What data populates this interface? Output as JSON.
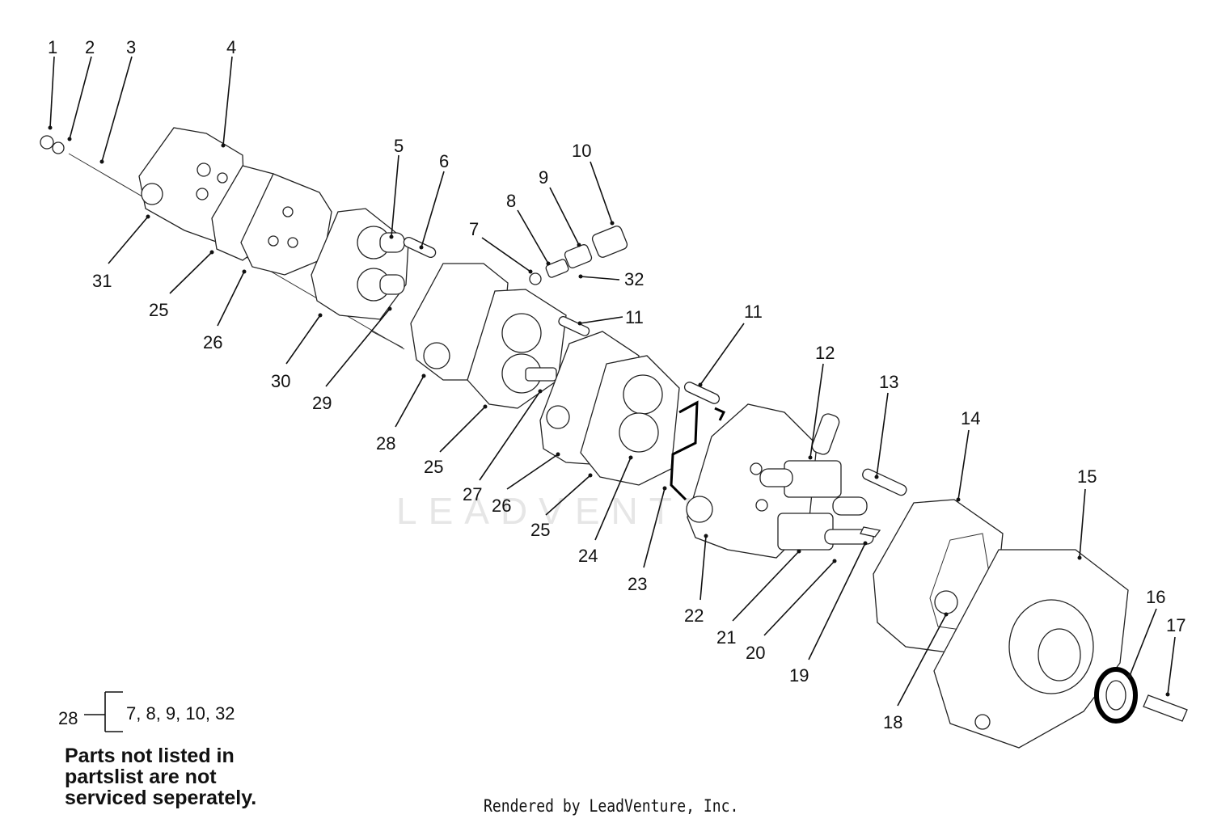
{
  "callouts": [
    {
      "id": "1",
      "label": "1"
    },
    {
      "id": "2",
      "label": "2"
    },
    {
      "id": "3",
      "label": "3"
    },
    {
      "id": "4",
      "label": "4"
    },
    {
      "id": "5",
      "label": "5"
    },
    {
      "id": "6",
      "label": "6"
    },
    {
      "id": "7",
      "label": "7"
    },
    {
      "id": "8",
      "label": "8"
    },
    {
      "id": "9",
      "label": "9"
    },
    {
      "id": "10",
      "label": "10"
    },
    {
      "id": "11a",
      "label": "11"
    },
    {
      "id": "11b",
      "label": "11"
    },
    {
      "id": "12",
      "label": "12"
    },
    {
      "id": "13",
      "label": "13"
    },
    {
      "id": "14",
      "label": "14"
    },
    {
      "id": "15",
      "label": "15"
    },
    {
      "id": "16",
      "label": "16"
    },
    {
      "id": "17",
      "label": "17"
    },
    {
      "id": "18",
      "label": "18"
    },
    {
      "id": "19",
      "label": "19"
    },
    {
      "id": "20",
      "label": "20"
    },
    {
      "id": "21",
      "label": "21"
    },
    {
      "id": "22",
      "label": "22"
    },
    {
      "id": "23",
      "label": "23"
    },
    {
      "id": "24",
      "label": "24"
    },
    {
      "id": "25a",
      "label": "25"
    },
    {
      "id": "25b",
      "label": "25"
    },
    {
      "id": "25c",
      "label": "25"
    },
    {
      "id": "26a",
      "label": "26"
    },
    {
      "id": "26b",
      "label": "26"
    },
    {
      "id": "27",
      "label": "27"
    },
    {
      "id": "28",
      "label": "28"
    },
    {
      "id": "29",
      "label": "29"
    },
    {
      "id": "30",
      "label": "30"
    },
    {
      "id": "31",
      "label": "31"
    },
    {
      "id": "32",
      "label": "32"
    }
  ],
  "kit": {
    "part": "28",
    "includes": "7, 8, 9, 10, 32"
  },
  "note": "Parts not listed in\npartslist are not\nserviced seperately.",
  "credit": "Rendered by LeadVenture, Inc.",
  "watermark": "LEADVENTURE"
}
